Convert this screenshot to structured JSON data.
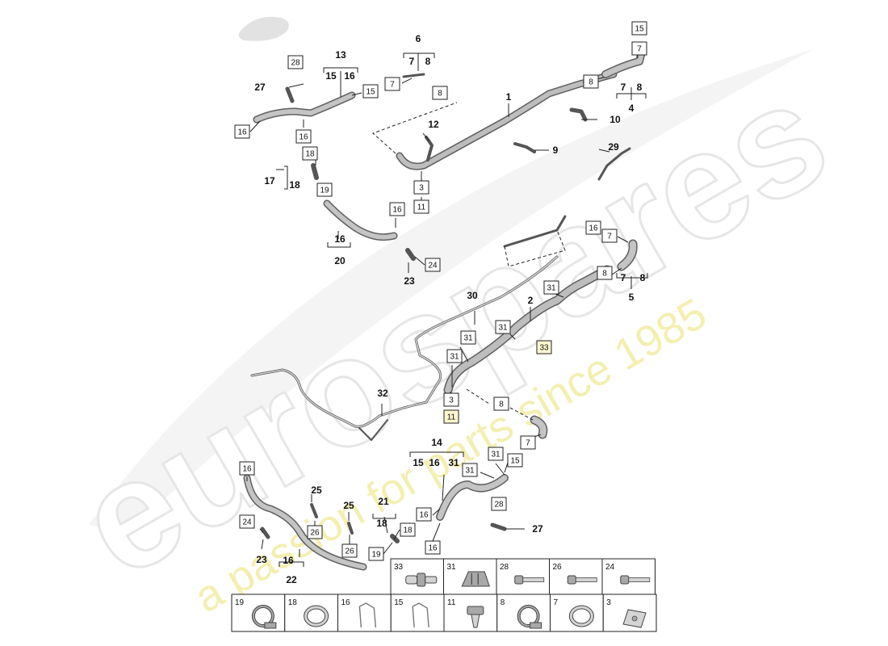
{
  "watermark": {
    "brand": "eurospares",
    "tagline": "a passion for parts since 1985"
  },
  "colors": {
    "pipe_fill": "#b9b9b9",
    "pipe_stroke": "#5f5f5f",
    "line": "#222222",
    "box_fill": "#ffffff",
    "box_highlight": "#fcf7cf",
    "watermark_tagline": "#f3efb0"
  },
  "callouts": [
    {
      "id": "c1",
      "text": "1"
    },
    {
      "id": "c2",
      "text": "2"
    },
    {
      "id": "c4",
      "text": "4"
    },
    {
      "id": "c5",
      "text": "5"
    },
    {
      "id": "c6",
      "text": "6"
    },
    {
      "id": "c6a",
      "text": "7"
    },
    {
      "id": "c6b",
      "text": "8"
    },
    {
      "id": "c4a",
      "text": "7"
    },
    {
      "id": "c4b",
      "text": "8"
    },
    {
      "id": "c5a",
      "text": "7"
    },
    {
      "id": "c5b",
      "text": "8"
    },
    {
      "id": "c9",
      "text": "9"
    },
    {
      "id": "c10",
      "text": "10"
    },
    {
      "id": "c12",
      "text": "12"
    },
    {
      "id": "c13",
      "text": "13"
    },
    {
      "id": "c13a",
      "text": "15"
    },
    {
      "id": "c13b",
      "text": "16"
    },
    {
      "id": "c14",
      "text": "14"
    },
    {
      "id": "c14a",
      "text": "15"
    },
    {
      "id": "c14b",
      "text": "16"
    },
    {
      "id": "c14c",
      "text": "31"
    },
    {
      "id": "c17",
      "text": "17"
    },
    {
      "id": "c17a",
      "text": "18"
    },
    {
      "id": "c20",
      "text": "20"
    },
    {
      "id": "c20a",
      "text": "16"
    },
    {
      "id": "c21",
      "text": "21"
    },
    {
      "id": "c21a",
      "text": "18"
    },
    {
      "id": "c22",
      "text": "22"
    },
    {
      "id": "c22a",
      "text": "16"
    },
    {
      "id": "c23a",
      "text": "23"
    },
    {
      "id": "c23b",
      "text": "23"
    },
    {
      "id": "c25a",
      "text": "25"
    },
    {
      "id": "c25b",
      "text": "25"
    },
    {
      "id": "c27a",
      "text": "27"
    },
    {
      "id": "c27b",
      "text": "27"
    },
    {
      "id": "c29",
      "text": "29"
    },
    {
      "id": "c30",
      "text": "30"
    },
    {
      "id": "c32",
      "text": "32"
    }
  ],
  "boxes": [
    {
      "id": "b15r",
      "text": "15"
    },
    {
      "id": "b7r",
      "text": "7"
    },
    {
      "id": "b8r",
      "text": "8"
    },
    {
      "id": "b7c",
      "text": "7"
    },
    {
      "id": "b8c",
      "text": "8"
    },
    {
      "id": "b28a",
      "text": "28"
    },
    {
      "id": "b15a",
      "text": "15"
    },
    {
      "id": "b16a",
      "text": "16"
    },
    {
      "id": "b16b",
      "text": "16"
    },
    {
      "id": "b18a",
      "text": "18"
    },
    {
      "id": "b19a",
      "text": "19"
    },
    {
      "id": "b16c",
      "text": "16"
    },
    {
      "id": "b3a",
      "text": "3"
    },
    {
      "id": "b11a",
      "text": "11"
    },
    {
      "id": "b24a",
      "text": "24"
    },
    {
      "id": "b16d",
      "text": "16"
    },
    {
      "id": "b7d",
      "text": "7"
    },
    {
      "id": "b8d",
      "text": "8"
    },
    {
      "id": "b31a",
      "text": "31"
    },
    {
      "id": "b31b",
      "text": "31"
    },
    {
      "id": "b33a",
      "text": "33"
    },
    {
      "id": "b31c",
      "text": "31"
    },
    {
      "id": "b31d",
      "text": "31"
    },
    {
      "id": "b3b",
      "text": "3"
    },
    {
      "id": "b11b",
      "text": "11"
    },
    {
      "id": "b8e",
      "text": "8"
    },
    {
      "id": "b7e",
      "text": "7"
    },
    {
      "id": "b31e",
      "text": "31"
    },
    {
      "id": "b15b",
      "text": "15"
    },
    {
      "id": "b31f",
      "text": "31"
    },
    {
      "id": "b28b",
      "text": "28"
    },
    {
      "id": "b16e",
      "text": "16"
    },
    {
      "id": "b24b",
      "text": "24"
    },
    {
      "id": "b26a",
      "text": "26"
    },
    {
      "id": "b26b",
      "text": "26"
    },
    {
      "id": "b16f",
      "text": "16"
    },
    {
      "id": "b18b",
      "text": "18"
    },
    {
      "id": "b19b",
      "text": "19"
    },
    {
      "id": "b16g",
      "text": "16"
    }
  ],
  "legend": {
    "top_row": [
      {
        "label": "33",
        "icon": "connector-icon"
      },
      {
        "label": "31",
        "icon": "clip-icon"
      },
      {
        "label": "28",
        "icon": "bolt-icon"
      },
      {
        "label": "26",
        "icon": "bolt-icon"
      },
      {
        "label": "24",
        "icon": "bolt-icon"
      }
    ],
    "bottom_row": [
      {
        "label": "19",
        "icon": "hose-clamp-icon"
      },
      {
        "label": "18",
        "icon": "ring-icon"
      },
      {
        "label": "16",
        "icon": "wire-clip-icon"
      },
      {
        "label": "15",
        "icon": "wire-clip-icon"
      },
      {
        "label": "11",
        "icon": "screw-icon"
      },
      {
        "label": "8",
        "icon": "hose-clamp-icon"
      },
      {
        "label": "7",
        "icon": "ring-icon"
      },
      {
        "label": "3",
        "icon": "spring-nut-icon"
      }
    ]
  }
}
